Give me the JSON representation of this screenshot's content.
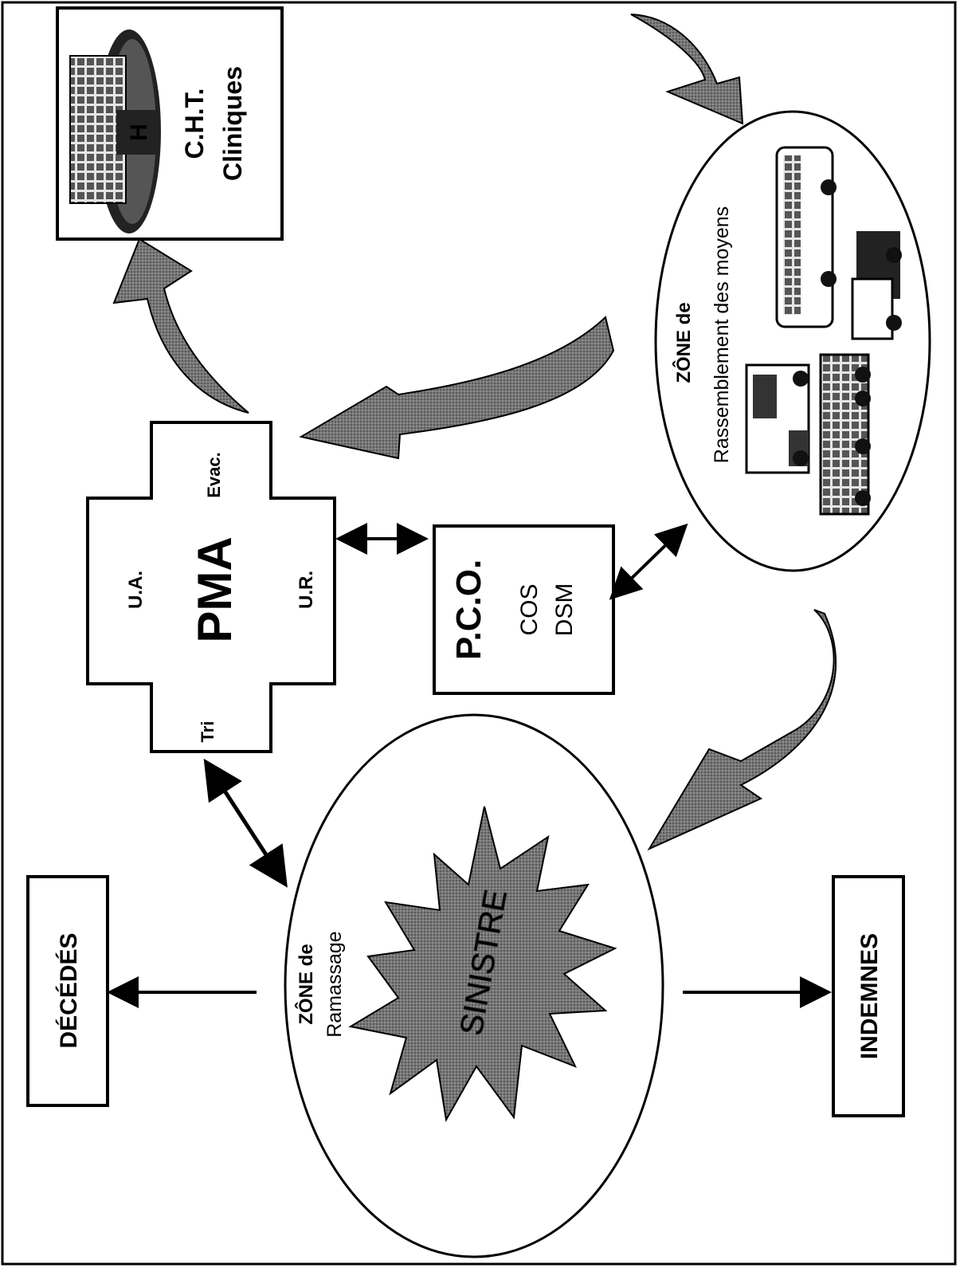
{
  "boxes": {
    "hospital": {
      "line1": "C.H.T.",
      "line2": "Cliniques",
      "sign": "H"
    },
    "deceased": {
      "label": "DÉCÉDÉS"
    },
    "unharmed": {
      "label": "INDEMNES"
    },
    "pco": {
      "title": "P.C.O.",
      "line1": "COS",
      "line2": "DSM"
    },
    "pma": {
      "title": "PMA",
      "ua": "U.A.",
      "ur": "U.R.",
      "evac": "Evac.",
      "tri": "Tri"
    }
  },
  "zones": {
    "rassemblement": {
      "line1": "ZÔNE de",
      "line2": "Rassemblement  des moyens"
    },
    "ramassage": {
      "line1": "ZÔNE de",
      "line2": "Ramassage",
      "center": "SINISTRE"
    }
  },
  "icons": [
    "hospital-icon",
    "ambulance-icon",
    "bus-icon",
    "truck-icon",
    "fire-truck-icon",
    "explosion-icon"
  ]
}
